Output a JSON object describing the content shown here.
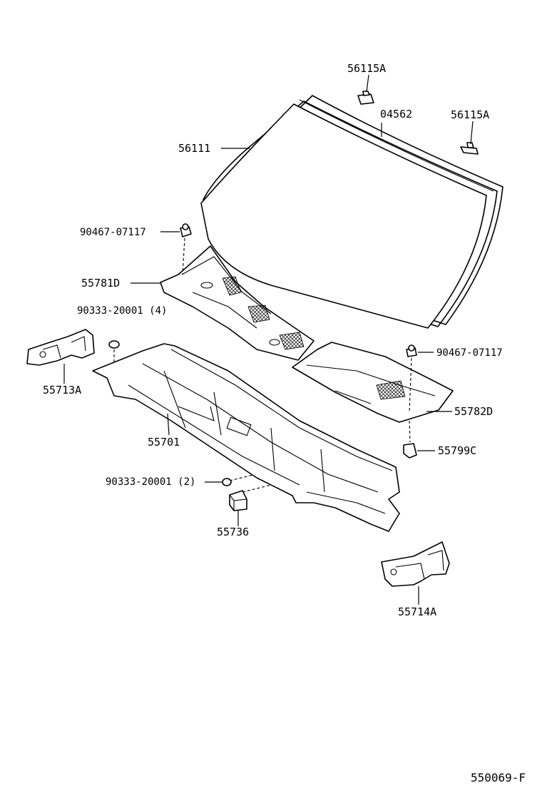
{
  "labels": {
    "p56115a_top": "56115A",
    "p04562": "04562",
    "p56115a_right": "56115A",
    "p56111": "56111",
    "p90467_left": "90467-07117",
    "p55781d": "55781D",
    "p90333_4": "90333-20001 (4)",
    "p55713a": "55713A",
    "p90467_right": "90467-07117",
    "p55782d": "55782D",
    "p55799c": "55799C",
    "p55701": "55701",
    "p90333_2": "90333-20001 (2)",
    "p55736": "55736",
    "p55714a": "55714A",
    "diagram_code": "550069-F"
  }
}
